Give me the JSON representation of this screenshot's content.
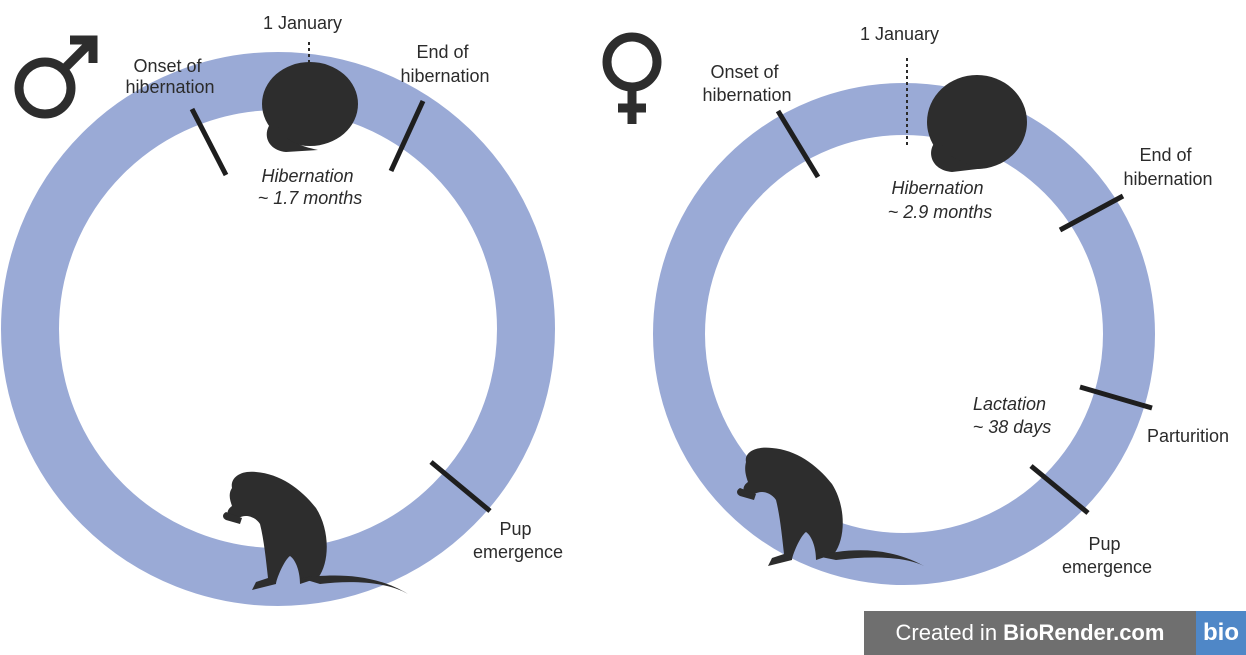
{
  "colors": {
    "ring": "#9aaad6",
    "marker": "#1e1e1e",
    "silhouette": "#2d2d2d"
  },
  "male": {
    "symbol": "male-symbol-icon",
    "labels": {
      "january": "1 January",
      "onset_l1": "Onset of",
      "onset_l2": "hibernation",
      "end_l1": "End of",
      "end_l2": "hibernation",
      "hib_l1": "Hibernation",
      "hib_l2": "~ 1.7 months",
      "pup_l1": "Pup",
      "pup_l2": "emergence"
    }
  },
  "female": {
    "symbol": "female-symbol-icon",
    "labels": {
      "january": "1 January",
      "onset_l1": "Onset of",
      "onset_l2": "hibernation",
      "end_l1": "End of",
      "end_l2": "hibernation",
      "hib_l1": "Hibernation",
      "hib_l2": "~ 2.9  months",
      "lact_l1": "Lactation",
      "lact_l2": "~ 38 days",
      "parturition": "Parturition",
      "pup_l1": "Pup",
      "pup_l2": "emergence"
    }
  },
  "badge": {
    "prefix": "Created in",
    "brand": "BioRender.com",
    "logo": "bio"
  }
}
